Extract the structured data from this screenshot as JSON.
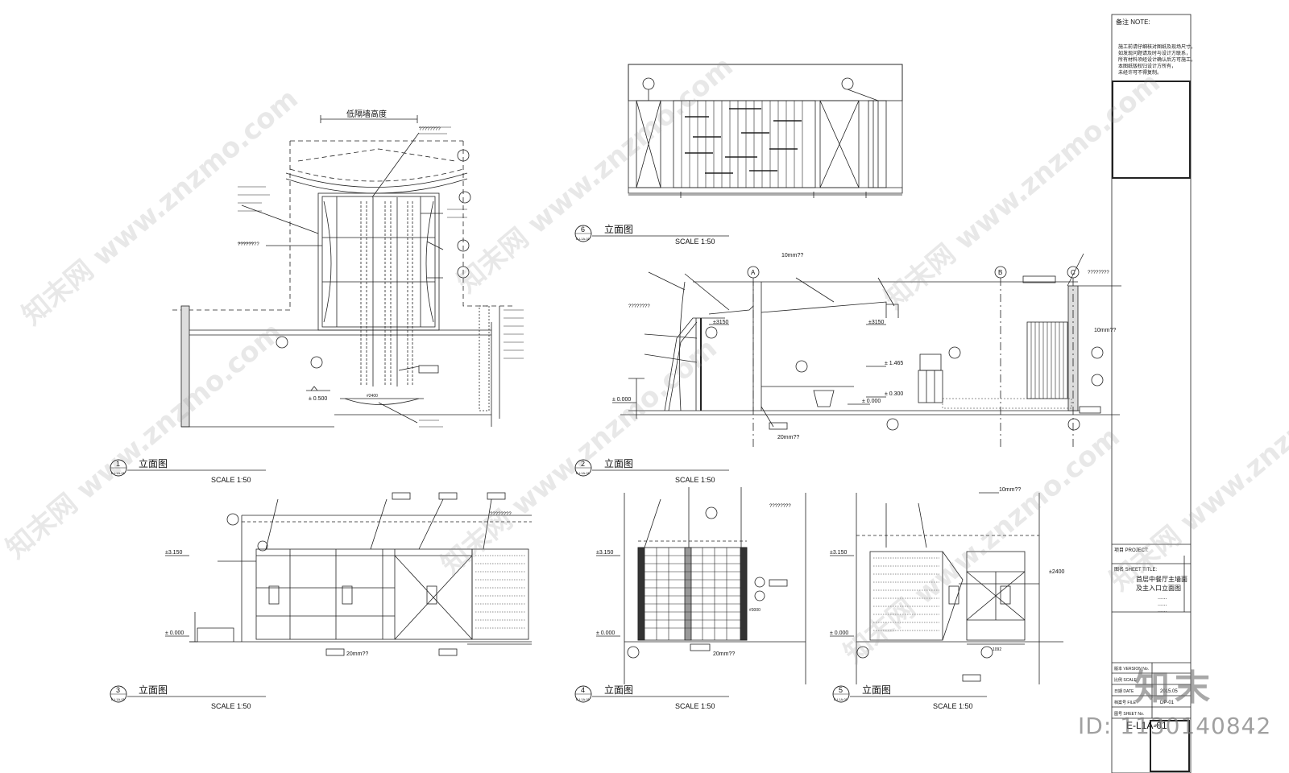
{
  "notes": {
    "title": "备注 NOTE:",
    "lines": [
      "施工前请仔细核对图纸及现场尺寸，",
      "如发现问题请及时与设计方联系，",
      "所有材料须经设计确认后方可施工，",
      "本图纸版权归设计方所有，",
      "未经许可不得复制。"
    ]
  },
  "title_block": {
    "project_label": "项目 PROJECT:",
    "sheet_title_label": "图名 SHEET TITLE:",
    "sheet_title": [
      "首层中餐厅主墙面",
      "及主入口立面图",
      "......",
      "......",
      "......"
    ],
    "rows": [
      {
        "label": "版本 VERSION No.",
        "value": ""
      },
      {
        "label": "比例 SCALE",
        "value": ""
      },
      {
        "label": "日期 DATE",
        "value": "2015.05"
      },
      {
        "label": "档案号 FILE",
        "value": "DP-01"
      },
      {
        "label": "图号 SHEET No.",
        "value": ""
      }
    ],
    "sheet_no": "E-L1A-01"
  },
  "drawings": [
    {
      "num": "1",
      "ref": "E-L1A-01",
      "title": "立面图",
      "scale": "SCALE  1:50"
    },
    {
      "num": "2",
      "ref": "E-L1A-01",
      "title": "立面图",
      "scale": "SCALE  1:50"
    },
    {
      "num": "3",
      "ref": "E-L1A-01",
      "title": "立面图",
      "scale": "SCALE  1:50"
    },
    {
      "num": "4",
      "ref": "E-L1A-01",
      "title": "立面图",
      "scale": "SCALE  1:50"
    },
    {
      "num": "5",
      "ref": "E-L1A-01",
      "title": "立面图",
      "scale": "SCALE  1:50"
    },
    {
      "num": "6",
      "ref": "E-L1A-01",
      "title": "立面图",
      "scale": "SCALE  1:50"
    }
  ],
  "annotations": {
    "d1_header": "低隔墙高度",
    "d1_level_a": "± 0.500",
    "d1_level_b": "#2400",
    "d2_levels": [
      "±3150",
      "±3150",
      "± 1.465",
      "± 0.300",
      "± 0.000",
      "± 0.000"
    ],
    "d2_grids": [
      "A",
      "B",
      "C"
    ],
    "d2_notes": [
      "10mm??",
      "10mm??",
      "20mm??"
    ],
    "d3_levels": [
      "±3.150",
      "± 0.000"
    ],
    "d3_note": "20mm??",
    "d4_levels": [
      "±3.150",
      "± 0.000"
    ],
    "d4_note": "20mm??",
    "d4_dim": "#3000",
    "d5_levels": [
      "±3.150",
      "± 0.000",
      "±2400"
    ],
    "d5_note": "10mm??",
    "d5_dim": "1092",
    "placeholder": "????????"
  },
  "watermark": {
    "text": "知末网 www.znzmo.com",
    "logo": "知末",
    "id": "ID: 1130140842"
  }
}
